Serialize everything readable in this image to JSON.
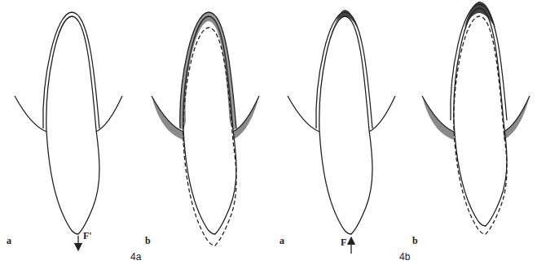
{
  "diagram": {
    "labels": [
      "a",
      "F'",
      "b",
      "a",
      "F",
      "b",
      "4a",
      "4b"
    ]
  }
}
